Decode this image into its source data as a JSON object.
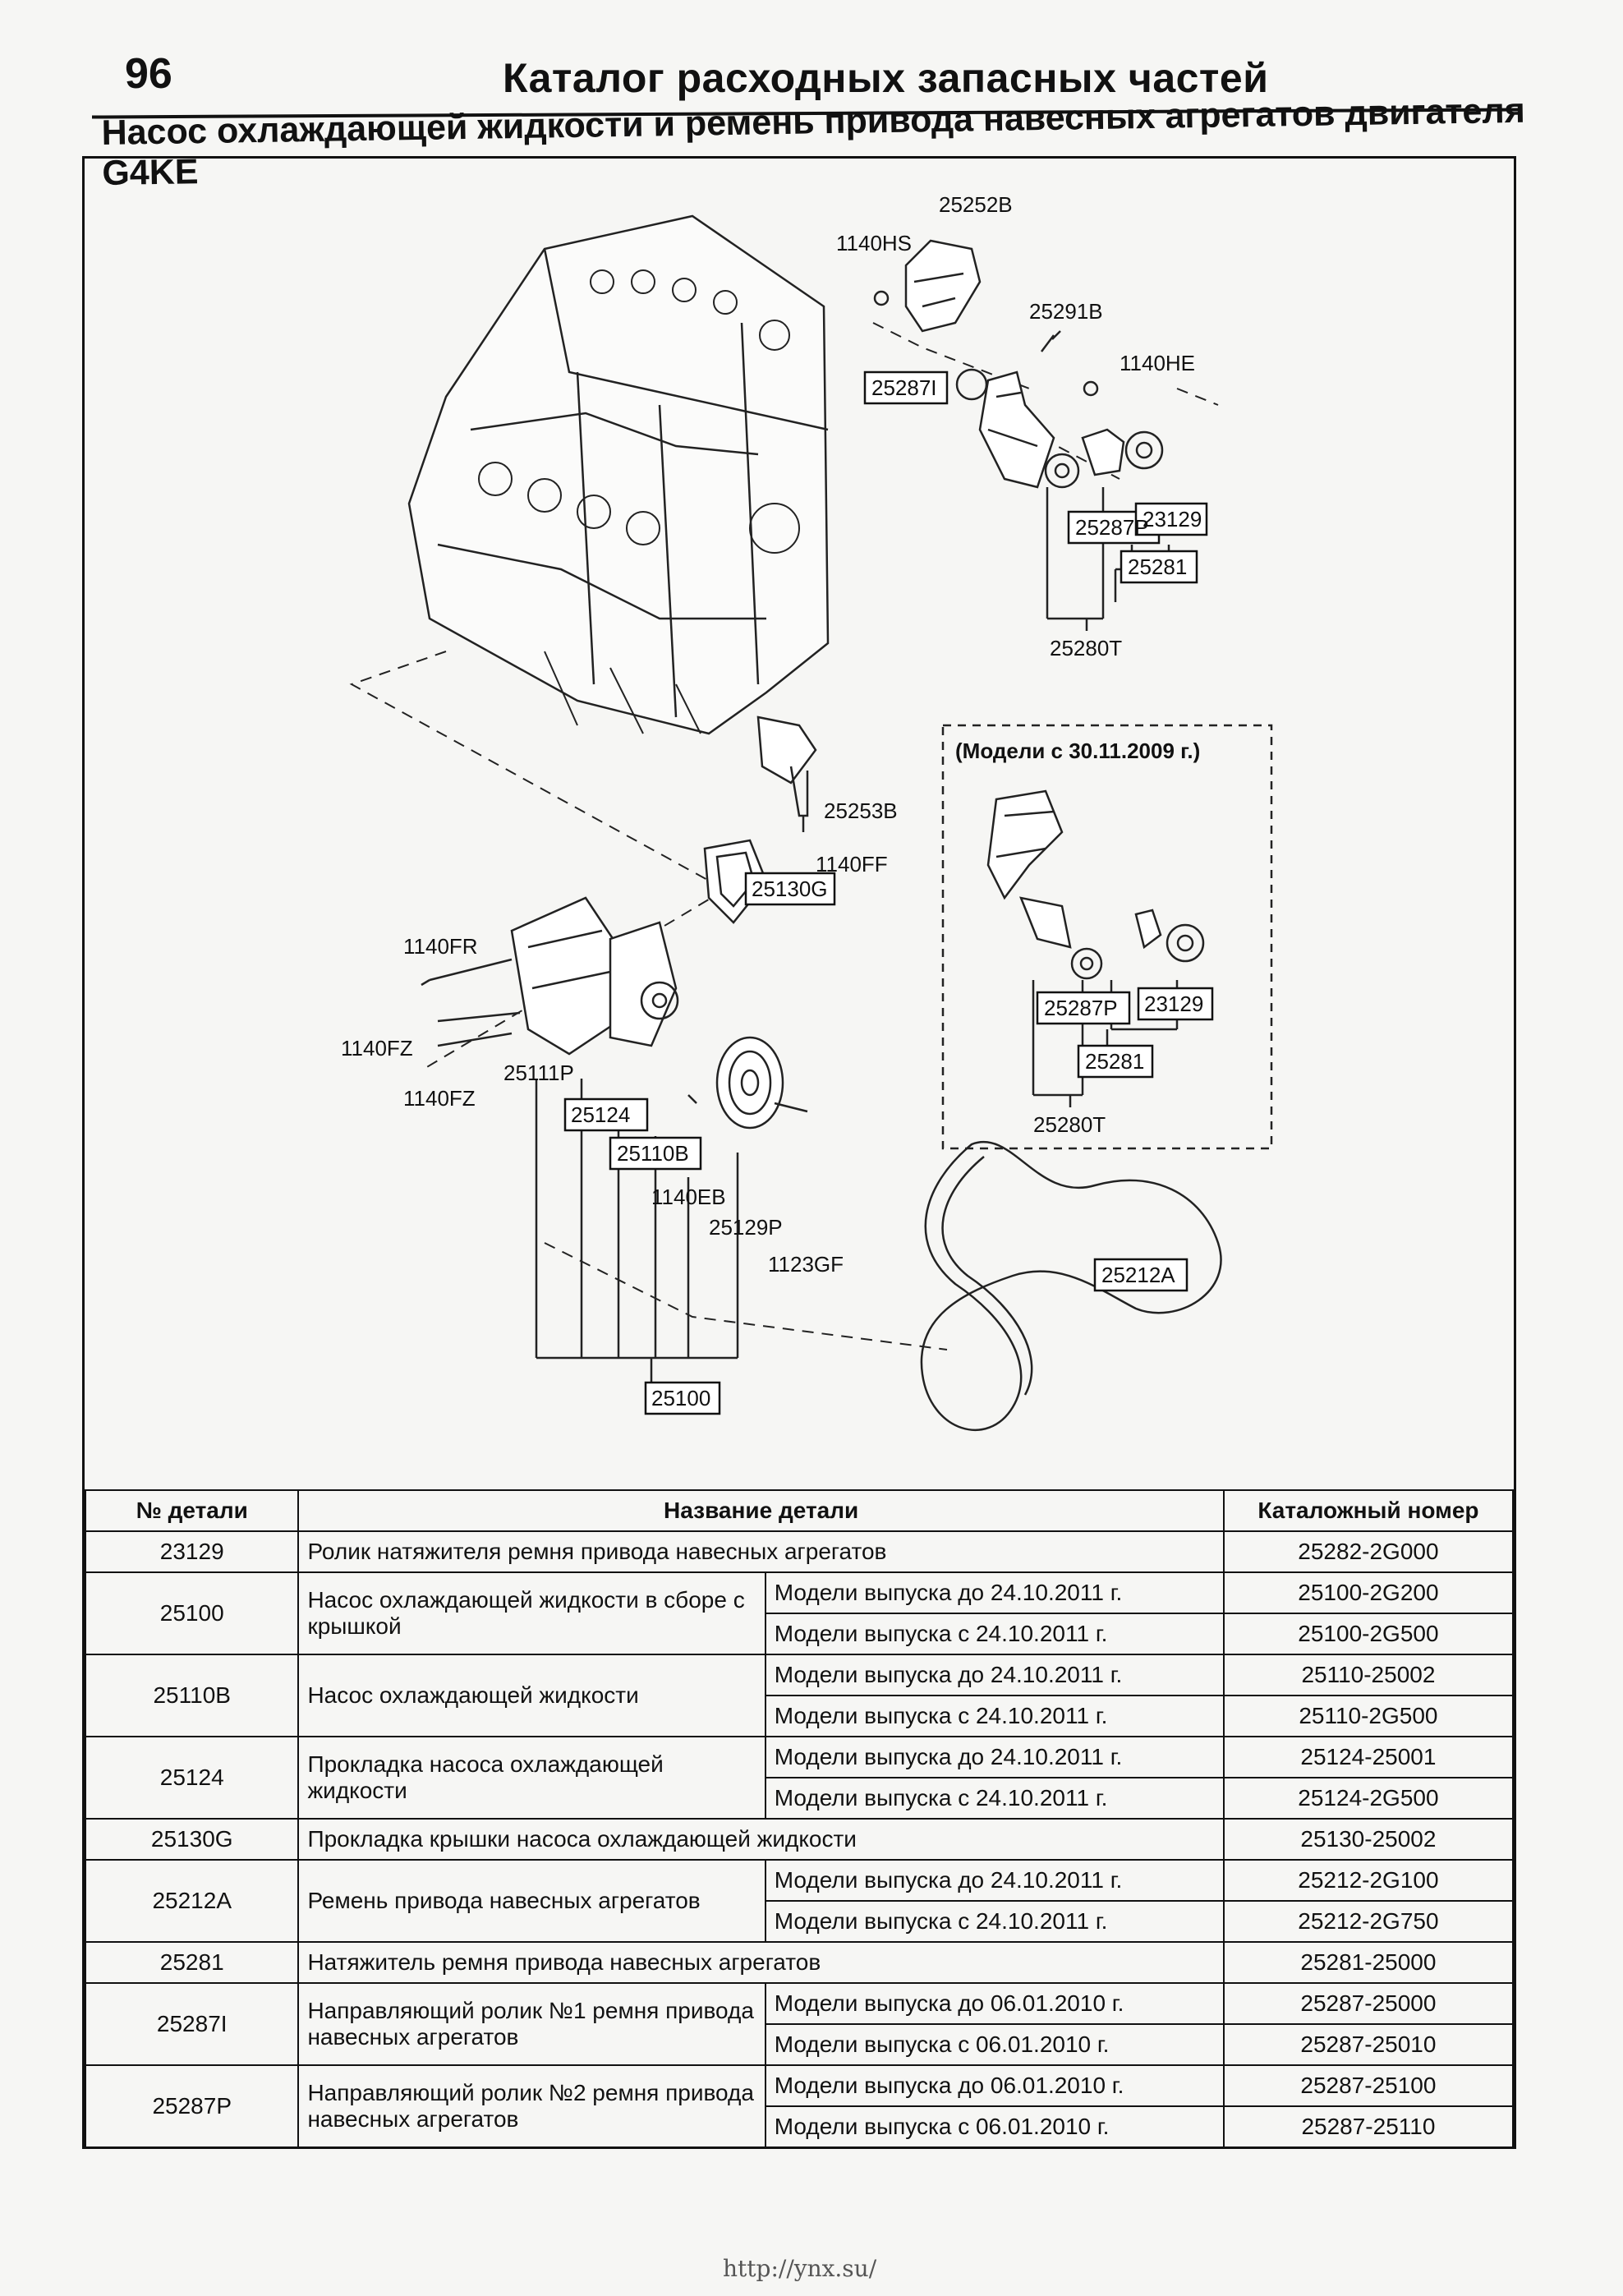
{
  "header": {
    "page_number": "96",
    "catalog_title": "Каталог расходных запасных частей",
    "section_title": "Насос охлаждающей жидкости и ремень привода навесных агрегатов двигателя G4KE"
  },
  "diagram": {
    "inset_title": "(Модели с 30.11.2009 г.)",
    "labels": {
      "l25252B": "25252B",
      "l1140HS": "1140HS",
      "l25291B": "25291B",
      "l1140HE": "1140HE",
      "l25287I": "25287I",
      "l23129": "23129",
      "l25287P": "25287P",
      "l25281": "25281",
      "l25280T": "25280T",
      "l25253B": "25253B",
      "l1140FF": "1140FF",
      "l25130G": "25130G",
      "l1140FR": "1140FR",
      "l1140FZa": "1140FZ",
      "l1140FZb": "1140FZ",
      "l25111P": "25111P",
      "l25124": "25124",
      "l25110B": "25110B",
      "l1140EB": "1140EB",
      "l25129P": "25129P",
      "l1123GF": "1123GF",
      "l25100": "25100",
      "l25212A": "25212A",
      "in25287P": "25287P",
      "in23129": "23129",
      "in25281": "25281",
      "in25280T": "25280T"
    }
  },
  "table": {
    "headers": {
      "no": "№ детали",
      "name": "Название детали",
      "catalog": "Каталожный номер"
    },
    "rows": [
      {
        "no": "23129",
        "name": "Ролик натяжителя ремня привода навесных агрегатов",
        "variants": [
          {
            "cond": "",
            "cat": "25282-2G000"
          }
        ]
      },
      {
        "no": "25100",
        "name": "Насос охлаждающей жидкости в сборе с крышкой",
        "variants": [
          {
            "cond": "Модели выпуска до 24.10.2011 г.",
            "cat": "25100-2G200"
          },
          {
            "cond": "Модели выпуска с 24.10.2011 г.",
            "cat": "25100-2G500"
          }
        ]
      },
      {
        "no": "25110B",
        "name": "Насос охлаждающей жидкости",
        "variants": [
          {
            "cond": "Модели выпуска до 24.10.2011 г.",
            "cat": "25110-25002"
          },
          {
            "cond": "Модели выпуска с 24.10.2011 г.",
            "cat": "25110-2G500"
          }
        ]
      },
      {
        "no": "25124",
        "name": "Прокладка насоса охлаждающей жидкости",
        "variants": [
          {
            "cond": "Модели выпуска до 24.10.2011 г.",
            "cat": "25124-25001"
          },
          {
            "cond": "Модели выпуска с 24.10.2011 г.",
            "cat": "25124-2G500"
          }
        ]
      },
      {
        "no": "25130G",
        "name": "Прокладка крышки насоса охлаждающей жидкости",
        "variants": [
          {
            "cond": "",
            "cat": "25130-25002"
          }
        ]
      },
      {
        "no": "25212A",
        "name": "Ремень привода навесных агрегатов",
        "variants": [
          {
            "cond": "Модели выпуска до 24.10.2011 г.",
            "cat": "25212-2G100"
          },
          {
            "cond": "Модели выпуска с 24.10.2011 г.",
            "cat": "25212-2G750"
          }
        ]
      },
      {
        "no": "25281",
        "name": "Натяжитель ремня привода навесных агрегатов",
        "variants": [
          {
            "cond": "",
            "cat": "25281-25000"
          }
        ]
      },
      {
        "no": "25287I",
        "name": "Направляющий ролик №1 ремня привода навесных агрегатов",
        "variants": [
          {
            "cond": "Модели выпуска до 06.01.2010 г.",
            "cat": "25287-25000"
          },
          {
            "cond": "Модели выпуска с 06.01.2010 г.",
            "cat": "25287-25010"
          }
        ]
      },
      {
        "no": "25287P",
        "name": "Направляющий ролик №2 ремня привода навесных агрегатов",
        "variants": [
          {
            "cond": "Модели выпуска до 06.01.2010 г.",
            "cat": "25287-25100"
          },
          {
            "cond": "Модели выпуска с 06.01.2010 г.",
            "cat": "25287-25110"
          }
        ]
      }
    ]
  },
  "footer": {
    "url": "http://ynx.su/"
  }
}
